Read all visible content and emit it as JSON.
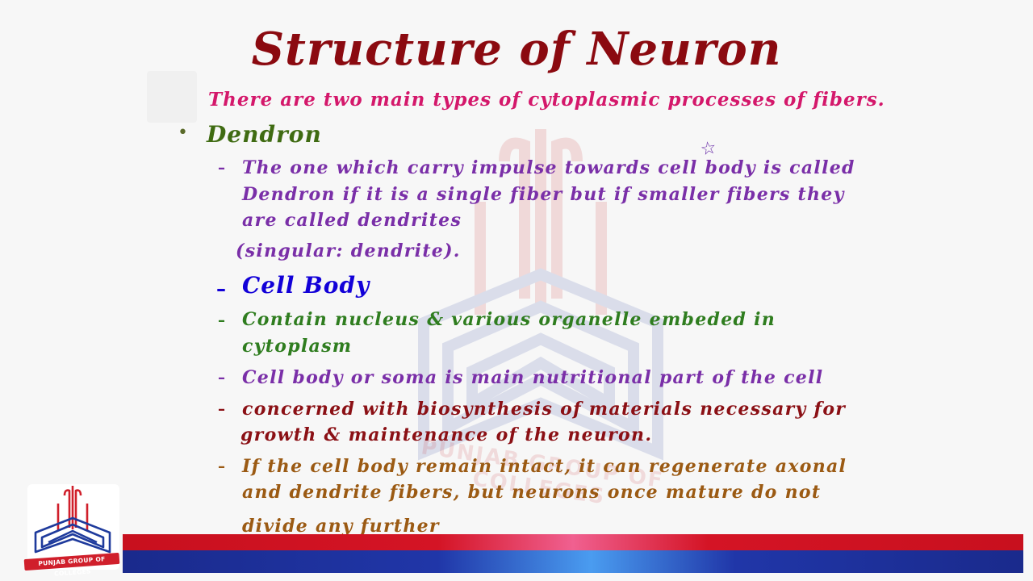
{
  "slide": {
    "title": "Structure of Neuron",
    "intro": "There are two main types of cytoplasmic processes of fibers.",
    "bullet_symbol": "•",
    "dash_symbol": "–",
    "sections": {
      "dendron": {
        "heading": "Dendron",
        "description_lines": [
          "The one which carry impulse towards cell body is called",
          "Dendron if it is a single fiber but if smaller fibers they",
          "are called dendrites",
          "(singular: dendrite)."
        ]
      },
      "cell_body": {
        "heading": "Cell Body",
        "points": [
          {
            "lines": [
              "Contain nucleus & various organelle embeded in",
              "cytoplasm"
            ]
          },
          {
            "lines": [
              "Cell body or soma is main nutritional part of the cell"
            ]
          },
          {
            "lines": [
              " concerned with biosynthesis of materials necessary for",
              "growth & maintenance of the neuron."
            ]
          },
          {
            "lines": [
              " If the cell body remain intact, it can regenerate axonal",
              "and dendrite fibers, but neurons once mature do not",
              "divide any further"
            ]
          }
        ]
      }
    },
    "annotation_mark": "☆"
  },
  "branding": {
    "logo_caption": "PUNJAB GROUP OF COLLEGES",
    "watermark_text": "PUNJAB GROUP OF COLLEGES"
  },
  "colors": {
    "title": "#8b0a10",
    "intro": "#d4186b",
    "dendron_heading": "#3f6b12",
    "dendron_text": "#7a2fa8",
    "cell_body_heading": "#1200d8",
    "point_green": "#2f7d1f",
    "point_purple": "#7a2fa8",
    "point_maroon": "#8b1015",
    "point_brown": "#9b5a13",
    "banner_red": "#c8101e",
    "banner_blue": "#1a2a8c"
  }
}
